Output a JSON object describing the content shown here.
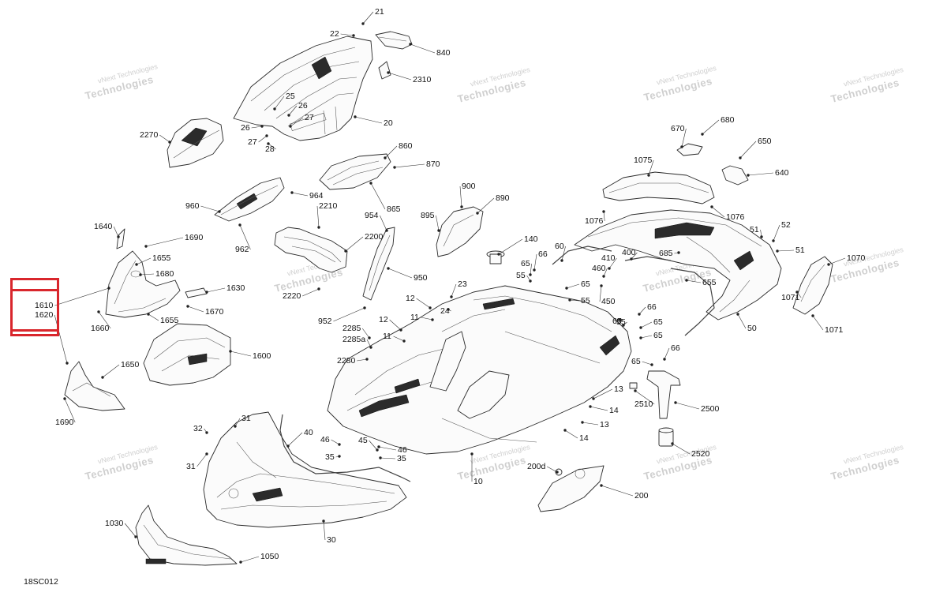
{
  "diagram_code": "18SC012",
  "highlight_color": "#d9262c",
  "watermark": {
    "line1": "vNext",
    "line2": "Technologies"
  },
  "callouts": [
    {
      "id": "c21",
      "text": "21"
    },
    {
      "id": "c22",
      "text": "22"
    },
    {
      "id": "c840",
      "text": "840"
    },
    {
      "id": "c2310",
      "text": "2310"
    },
    {
      "id": "c20",
      "text": "20"
    },
    {
      "id": "c25",
      "text": "25"
    },
    {
      "id": "c26a",
      "text": "26"
    },
    {
      "id": "c26b",
      "text": "26"
    },
    {
      "id": "c27a",
      "text": "27"
    },
    {
      "id": "c27b",
      "text": "27"
    },
    {
      "id": "c28",
      "text": "28"
    },
    {
      "id": "c2270",
      "text": "2270"
    },
    {
      "id": "c860",
      "text": "860"
    },
    {
      "id": "c870",
      "text": "870"
    },
    {
      "id": "c964",
      "text": "964"
    },
    {
      "id": "c960",
      "text": "960"
    },
    {
      "id": "c865",
      "text": "865"
    },
    {
      "id": "c2210",
      "text": "2210"
    },
    {
      "id": "c962",
      "text": "962"
    },
    {
      "id": "c2200",
      "text": "2200"
    },
    {
      "id": "c954",
      "text": "954"
    },
    {
      "id": "c950",
      "text": "950"
    },
    {
      "id": "c2220",
      "text": "2220"
    },
    {
      "id": "c895",
      "text": "895"
    },
    {
      "id": "c900",
      "text": "900"
    },
    {
      "id": "c890",
      "text": "890"
    },
    {
      "id": "c140",
      "text": "140"
    },
    {
      "id": "c670",
      "text": "670"
    },
    {
      "id": "c680",
      "text": "680"
    },
    {
      "id": "c650",
      "text": "650"
    },
    {
      "id": "c640",
      "text": "640"
    },
    {
      "id": "c1075",
      "text": "1075"
    },
    {
      "id": "c1076a",
      "text": "1076"
    },
    {
      "id": "c1076b",
      "text": "1076"
    },
    {
      "id": "c52",
      "text": "52"
    },
    {
      "id": "c51a",
      "text": "51"
    },
    {
      "id": "c51b",
      "text": "51"
    },
    {
      "id": "c1070",
      "text": "1070"
    },
    {
      "id": "c1071a",
      "text": "1071"
    },
    {
      "id": "c1071b",
      "text": "1071"
    },
    {
      "id": "c685",
      "text": "685"
    },
    {
      "id": "c655",
      "text": "655"
    },
    {
      "id": "c50",
      "text": "50"
    },
    {
      "id": "c60",
      "text": "60"
    },
    {
      "id": "c410",
      "text": "410"
    },
    {
      "id": "c400",
      "text": "400"
    },
    {
      "id": "c460",
      "text": "460"
    },
    {
      "id": "c450",
      "text": "450"
    },
    {
      "id": "c66a",
      "text": "66"
    },
    {
      "id": "c65a",
      "text": "65"
    },
    {
      "id": "c55a",
      "text": "55"
    },
    {
      "id": "c65b",
      "text": "65"
    },
    {
      "id": "c55b",
      "text": "55"
    },
    {
      "id": "c66b",
      "text": "66"
    },
    {
      "id": "c65c",
      "text": "65"
    },
    {
      "id": "c55c",
      "text": "55"
    },
    {
      "id": "c65d",
      "text": "65"
    },
    {
      "id": "c66c",
      "text": "66"
    },
    {
      "id": "c65e",
      "text": "65"
    },
    {
      "id": "c65f",
      "text": "65"
    },
    {
      "id": "c2510",
      "text": "2510"
    },
    {
      "id": "c2500",
      "text": "2500"
    },
    {
      "id": "c2520",
      "text": "2520"
    },
    {
      "id": "c13a",
      "text": "13"
    },
    {
      "id": "c14a",
      "text": "14"
    },
    {
      "id": "c13b",
      "text": "13"
    },
    {
      "id": "c14b",
      "text": "14"
    },
    {
      "id": "c23",
      "text": "23"
    },
    {
      "id": "c24",
      "text": "24"
    },
    {
      "id": "c12a",
      "text": "12"
    },
    {
      "id": "c11a",
      "text": "11"
    },
    {
      "id": "c12b",
      "text": "12"
    },
    {
      "id": "c11b",
      "text": "11"
    },
    {
      "id": "c952",
      "text": "952"
    },
    {
      "id": "c2285",
      "text": "2285"
    },
    {
      "id": "c2285a",
      "text": "2285a"
    },
    {
      "id": "c2280",
      "text": "2280"
    },
    {
      "id": "c1640",
      "text": "1640"
    },
    {
      "id": "c1690a",
      "text": "1690"
    },
    {
      "id": "c1655a",
      "text": "1655"
    },
    {
      "id": "c1680",
      "text": "1680"
    },
    {
      "id": "c1630",
      "text": "1630"
    },
    {
      "id": "c1670",
      "text": "1670"
    },
    {
      "id": "c1655b",
      "text": "1655"
    },
    {
      "id": "c1660",
      "text": "1660"
    },
    {
      "id": "c1610",
      "text": "1610"
    },
    {
      "id": "c1620",
      "text": "1620"
    },
    {
      "id": "c1600",
      "text": "1600"
    },
    {
      "id": "c1650",
      "text": "1650"
    },
    {
      "id": "c1690b",
      "text": "1690"
    },
    {
      "id": "c31a",
      "text": "31"
    },
    {
      "id": "c32",
      "text": "32"
    },
    {
      "id": "c31b",
      "text": "31"
    },
    {
      "id": "c40",
      "text": "40"
    },
    {
      "id": "c46a",
      "text": "46"
    },
    {
      "id": "c45",
      "text": "45"
    },
    {
      "id": "c35a",
      "text": "35"
    },
    {
      "id": "c46b",
      "text": "46"
    },
    {
      "id": "c35b",
      "text": "35"
    },
    {
      "id": "c10",
      "text": "10"
    },
    {
      "id": "c30",
      "text": "30"
    },
    {
      "id": "c200d",
      "text": "200d"
    },
    {
      "id": "c200",
      "text": "200"
    },
    {
      "id": "c1030",
      "text": "1030"
    },
    {
      "id": "c1050",
      "text": "1050"
    }
  ]
}
